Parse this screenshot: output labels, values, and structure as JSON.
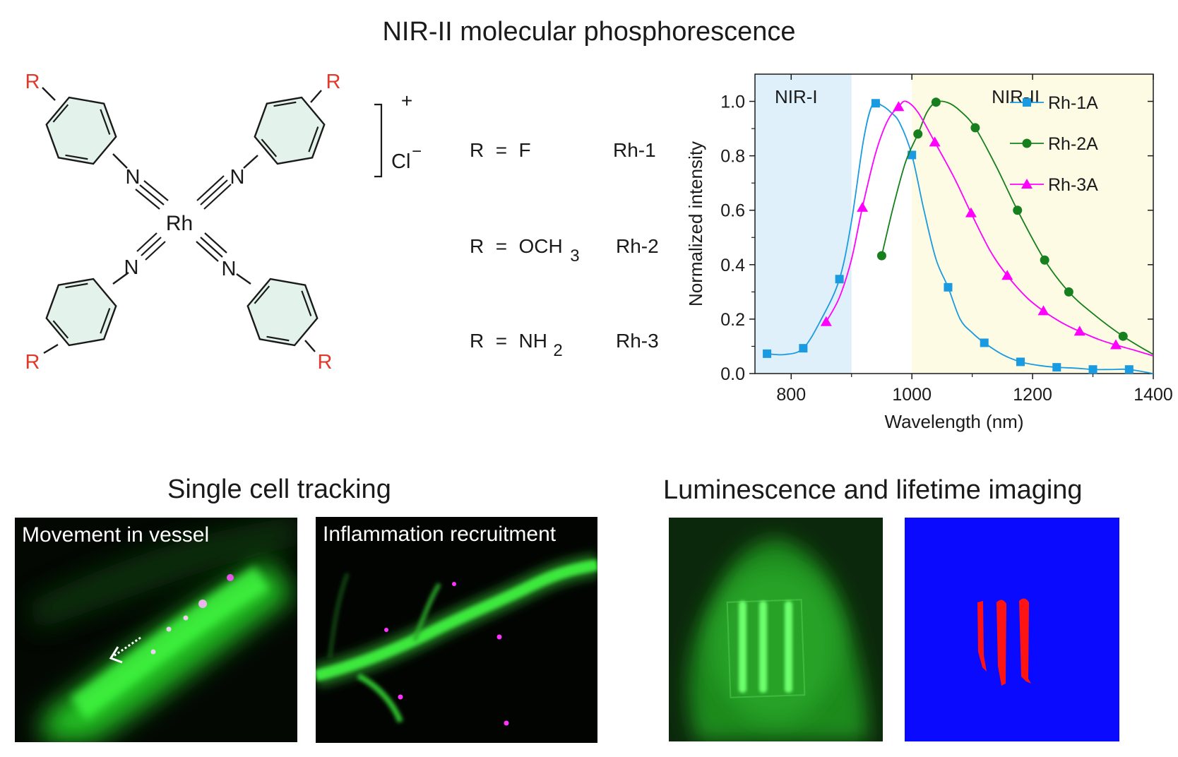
{
  "header": {
    "title": "NIR-II molecular phosphorescence"
  },
  "molecule": {
    "metal": "Rh",
    "nitrogen": "N",
    "substituent": "R",
    "charge": "+",
    "counterion": "Cl",
    "counterion_charge": "−"
  },
  "substituents": [
    {
      "r_label": "R",
      "eq": "=",
      "group": "F",
      "sub": "",
      "compound": "Rh-1"
    },
    {
      "r_label": "R",
      "eq": "=",
      "group": "OCH",
      "sub": "3",
      "compound": "Rh-2"
    },
    {
      "r_label": "R",
      "eq": "=",
      "group": "NH",
      "sub": "2",
      "compound": "Rh-3"
    }
  ],
  "chart_data": {
    "type": "line",
    "title": "",
    "xlabel": "Wavelength (nm)",
    "ylabel": "Normalized intensity",
    "xlim": [
      740,
      1400
    ],
    "ylim": [
      0,
      1.1
    ],
    "xticks": [
      "800",
      "1000",
      "1200",
      "1400"
    ],
    "yticks": [
      "0.0",
      "0.2",
      "0.4",
      "0.6",
      "0.8",
      "1.0"
    ],
    "legend_position": "top-right",
    "regions": [
      {
        "label": "NIR-I",
        "x": [
          740,
          900
        ],
        "color": "#dff0fb"
      },
      {
        "label": "NIR-II",
        "x": [
          1000,
          1400
        ],
        "color": "#fdfbe3"
      }
    ],
    "series": [
      {
        "name": "Rh-1A",
        "color": "#1a9ae0",
        "marker": "square",
        "x": [
          760,
          820,
          880,
          940,
          1000,
          1060,
          1120,
          1180,
          1240,
          1300,
          1360
        ],
        "y": [
          0.073,
          0.093,
          0.347,
          0.993,
          0.803,
          0.317,
          0.113,
          0.043,
          0.023,
          0.015,
          0.015
        ],
        "curve_x": [
          760,
          790,
          820,
          850,
          880,
          900,
          920,
          935,
          950,
          965,
          980,
          1000,
          1020,
          1040,
          1060,
          1080,
          1100,
          1120,
          1150,
          1180,
          1210,
          1240,
          1270,
          1300,
          1330,
          1360,
          1400
        ],
        "curve_y": [
          0.073,
          0.07,
          0.093,
          0.2,
          0.347,
          0.56,
          0.86,
          0.99,
          0.985,
          0.96,
          0.92,
          0.803,
          0.6,
          0.42,
          0.317,
          0.2,
          0.15,
          0.113,
          0.07,
          0.043,
          0.03,
          0.023,
          0.02,
          0.015,
          0.015,
          0.015,
          0.0
        ]
      },
      {
        "name": "Rh-2A",
        "color": "#15801d",
        "marker": "circle",
        "x": [
          950,
          1010,
          1040,
          1105,
          1175,
          1220,
          1260,
          1350
        ],
        "y": [
          0.433,
          0.88,
          0.997,
          0.903,
          0.6,
          0.417,
          0.3,
          0.137
        ],
        "curve_x": [
          950,
          970,
          990,
          1010,
          1025,
          1040,
          1060,
          1080,
          1105,
          1140,
          1175,
          1220,
          1260,
          1300,
          1350,
          1400
        ],
        "curve_y": [
          0.433,
          0.62,
          0.78,
          0.88,
          0.96,
          0.997,
          0.995,
          0.965,
          0.903,
          0.76,
          0.6,
          0.417,
          0.3,
          0.22,
          0.137,
          0.07
        ]
      },
      {
        "name": "Rh-3A",
        "color": "#ff00ff",
        "marker": "triangle",
        "x": [
          858,
          918,
          978,
          1038,
          1098,
          1158,
          1218,
          1278,
          1338
        ],
        "y": [
          0.19,
          0.61,
          0.98,
          0.85,
          0.59,
          0.36,
          0.23,
          0.155,
          0.105
        ],
        "curve_x": [
          858,
          880,
          900,
          918,
          940,
          960,
          978,
          990,
          1010,
          1038,
          1070,
          1098,
          1130,
          1158,
          1190,
          1218,
          1250,
          1278,
          1310,
          1338,
          1370,
          1400
        ],
        "curve_y": [
          0.19,
          0.28,
          0.42,
          0.61,
          0.81,
          0.93,
          0.98,
          1.0,
          0.96,
          0.85,
          0.72,
          0.59,
          0.45,
          0.36,
          0.28,
          0.23,
          0.185,
          0.155,
          0.125,
          0.105,
          0.085,
          0.065
        ]
      }
    ]
  },
  "sections": {
    "tracking_title": "Single cell tracking",
    "imaging_title": "Luminescence and lifetime imaging"
  },
  "panels": [
    {
      "label": "Movement in vessel"
    },
    {
      "label": "Inflammation recruitment"
    },
    {
      "label": ""
    },
    {
      "label": ""
    }
  ],
  "colors": {
    "benzene_fill": "#e3f2ea",
    "substituent_red": "#e0382b",
    "fluorescence_green": "#2eea2e",
    "lifetime_blue": "#0a0aff",
    "lifetime_red": "#ff1414",
    "cell_magenta": "#ff55ff"
  }
}
